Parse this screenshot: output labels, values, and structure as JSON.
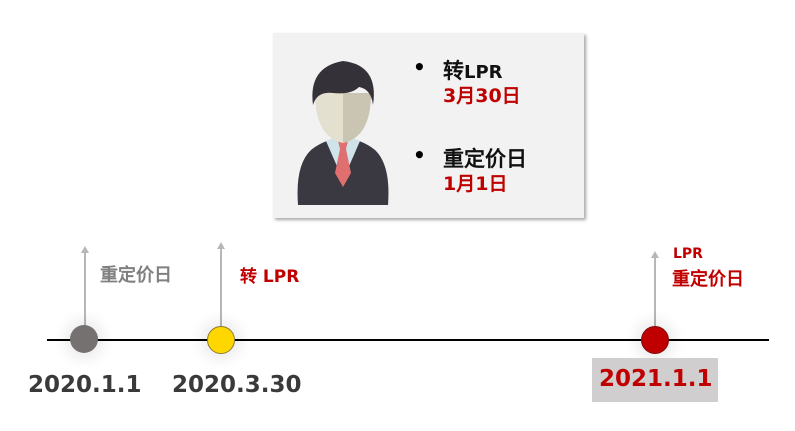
{
  "card": {
    "icon": "businessman-icon",
    "items": [
      {
        "title_cn": "转",
        "title_en": "LPR",
        "date": "3月30日"
      },
      {
        "title_cn": "重定价日",
        "title_en": "",
        "date": "1月1日"
      }
    ],
    "bullet": "•"
  },
  "timeline": {
    "points": [
      {
        "date": "2020.1.1",
        "label": "重定价日",
        "label_line2": "",
        "dot_color": "#767171",
        "label_color": "#808080"
      },
      {
        "date": "2020.3.30",
        "label": "转 LPR",
        "label_line2": "",
        "dot_color": "#ffd700",
        "label_color": "#c00000"
      },
      {
        "date": "2021.1.1",
        "label": "LPR",
        "label_line2": "重定价日",
        "dot_color": "#c00000",
        "label_color": "#c00000",
        "highlight_bg": "#d0cece"
      }
    ],
    "axis_color": "#000000"
  },
  "colors": {
    "accent": "#c00000",
    "card_bg": "#f2f2f2"
  }
}
